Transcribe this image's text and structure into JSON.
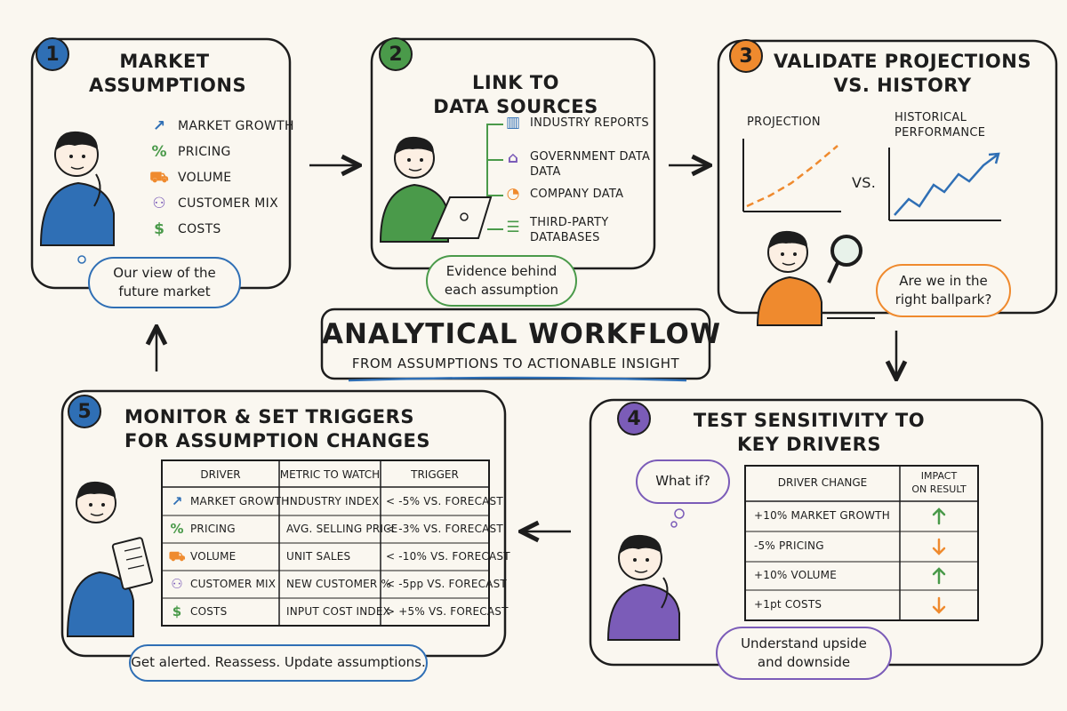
{
  "diagram": {
    "title": "ANALYTICAL WORKFLOW",
    "subtitle": "FROM ASSUMPTIONS TO ACTIONABLE INSIGHT",
    "colors": {
      "blue": "#2f6fb5",
      "green": "#4a9a4a",
      "orange": "#ef8a2e",
      "purple": "#7b5cb8",
      "ink": "#1d1d1d"
    },
    "step1": {
      "number": "1",
      "title_line1": "MARKET",
      "title_line2": "ASSUMPTIONS",
      "items": [
        {
          "label": "MARKET GROWTH",
          "icon": "trend-up-icon"
        },
        {
          "label": "PRICING",
          "icon": "percent-icon"
        },
        {
          "label": "VOLUME",
          "icon": "cart-icon"
        },
        {
          "label": "CUSTOMER MIX",
          "icon": "people-icon"
        },
        {
          "label": "COSTS",
          "icon": "dollar-icon"
        }
      ],
      "bubble_line1": "Our view of the",
      "bubble_line2": "future market"
    },
    "step2": {
      "number": "2",
      "title_line1": "LINK TO",
      "title_line2": "DATA SOURCES",
      "items": [
        {
          "label": "INDUSTRY REPORTS",
          "icon": "bar-chart-icon"
        },
        {
          "label": "GOVERNMENT DATA",
          "label2": "DATA",
          "icon": "government-building-icon"
        },
        {
          "label": "COMPANY DATA",
          "icon": "pie-chart-icon"
        },
        {
          "label": "THIRD-PARTY",
          "label2": "DATABASES",
          "icon": "database-icon"
        }
      ],
      "bubble_line1": "Evidence behind",
      "bubble_line2": "each assumption"
    },
    "step3": {
      "number": "3",
      "title_line1": "VALIDATE PROJECTIONS",
      "title_line2": "VS. HISTORY",
      "projection_label": "PROJECTION",
      "history_label_line1": "HISTORICAL",
      "history_label_line2": "PERFORMANCE",
      "vs_label": "VS.",
      "bubble_line1": "Are we in the",
      "bubble_line2": "right ballpark?"
    },
    "step4": {
      "number": "4",
      "title_line1": "TEST SENSITIVITY TO",
      "title_line2": "KEY DRIVERS",
      "thought": "What if?",
      "header_driver": "DRIVER CHANGE",
      "header_impact_line1": "IMPACT",
      "header_impact_line2": "ON RESULT",
      "rows": [
        {
          "change": "+10% MARKET GROWTH",
          "impact": "up"
        },
        {
          "change": "-5% PRICING",
          "impact": "down"
        },
        {
          "change": "+10% VOLUME",
          "impact": "up"
        },
        {
          "change": "+1pt COSTS",
          "impact": "down"
        }
      ],
      "bubble_line1": "Understand upside",
      "bubble_line2": "and downside"
    },
    "step5": {
      "number": "5",
      "title_line1": "MONITOR & SET TRIGGERS",
      "title_line2": "FOR ASSUMPTION CHANGES",
      "headers": [
        "DRIVER",
        "METRIC TO WATCH",
        "TRIGGER"
      ],
      "rows": [
        {
          "driver": "MARKET GROWTH",
          "icon": "trend-up-icon",
          "metric": "INDUSTRY INDEX",
          "trigger": "< -5% VS. FORECAST"
        },
        {
          "driver": "PRICING",
          "icon": "percent-icon",
          "metric": "AVG. SELLING PRICE",
          "trigger": "< -3% VS. FORECAST"
        },
        {
          "driver": "VOLUME",
          "icon": "cart-icon",
          "metric": "UNIT SALES",
          "trigger": "< -10% VS. FORECAST"
        },
        {
          "driver": "CUSTOMER MIX",
          "icon": "people-icon",
          "metric": "NEW CUSTOMER %",
          "trigger": "< -5pp VS. FORECAST"
        },
        {
          "driver": "COSTS",
          "icon": "dollar-icon",
          "metric": "INPUT COST INDEX",
          "trigger": "> +5% VS. FORECAST"
        }
      ],
      "bubble": "Get alerted. Reassess. Update assumptions."
    }
  }
}
